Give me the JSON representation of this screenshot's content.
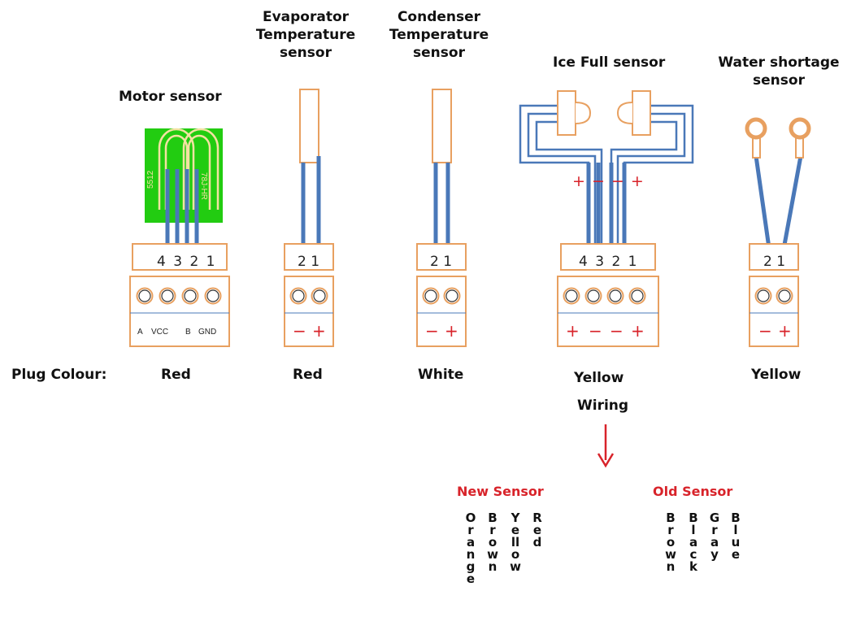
{
  "labels": {
    "motor": "Motor sensor",
    "evap": "Evaporator\nTemperature\nsensor",
    "cond": "Condenser\nTemperature\nsensor",
    "ice": "Ice Full sensor",
    "water": "Water shortage\nsensor",
    "plug_colour": "Plug Colour:",
    "wiring": "Wiring",
    "new_sensor": "New Sensor",
    "old_sensor": "Old Sensor"
  },
  "plugs": {
    "motor": {
      "colour": "Red",
      "pins": "4 3 2 1",
      "pin_labels": [
        "A",
        "VCC",
        "B",
        "GND"
      ]
    },
    "evap": {
      "colour": "Red",
      "pins": "2 1",
      "polarity": [
        "−",
        "+"
      ]
    },
    "cond": {
      "colour": "White",
      "pins": "2 1",
      "polarity": [
        "−",
        "+"
      ]
    },
    "ice": {
      "colour": "Yellow",
      "pins": "4 3 2 1",
      "polarity": [
        "+",
        "−",
        "−",
        "+"
      ],
      "wire_polarity": "+ − − +"
    },
    "water": {
      "colour": "Yellow",
      "pins": "2 1",
      "polarity": [
        "−",
        "+"
      ]
    }
  },
  "board_text": {
    "left": "5512",
    "right": "78J-HR"
  },
  "new_sensor_colours": [
    "Orange",
    "Brown",
    "Yellow",
    "Red"
  ],
  "old_sensor_colours": [
    "Brown",
    "Black",
    "Gray",
    "Blue"
  ],
  "colors": {
    "orange": "#e8a060",
    "blue": "#4a78b8",
    "green": "#22cc11",
    "red": "#d8232a"
  }
}
